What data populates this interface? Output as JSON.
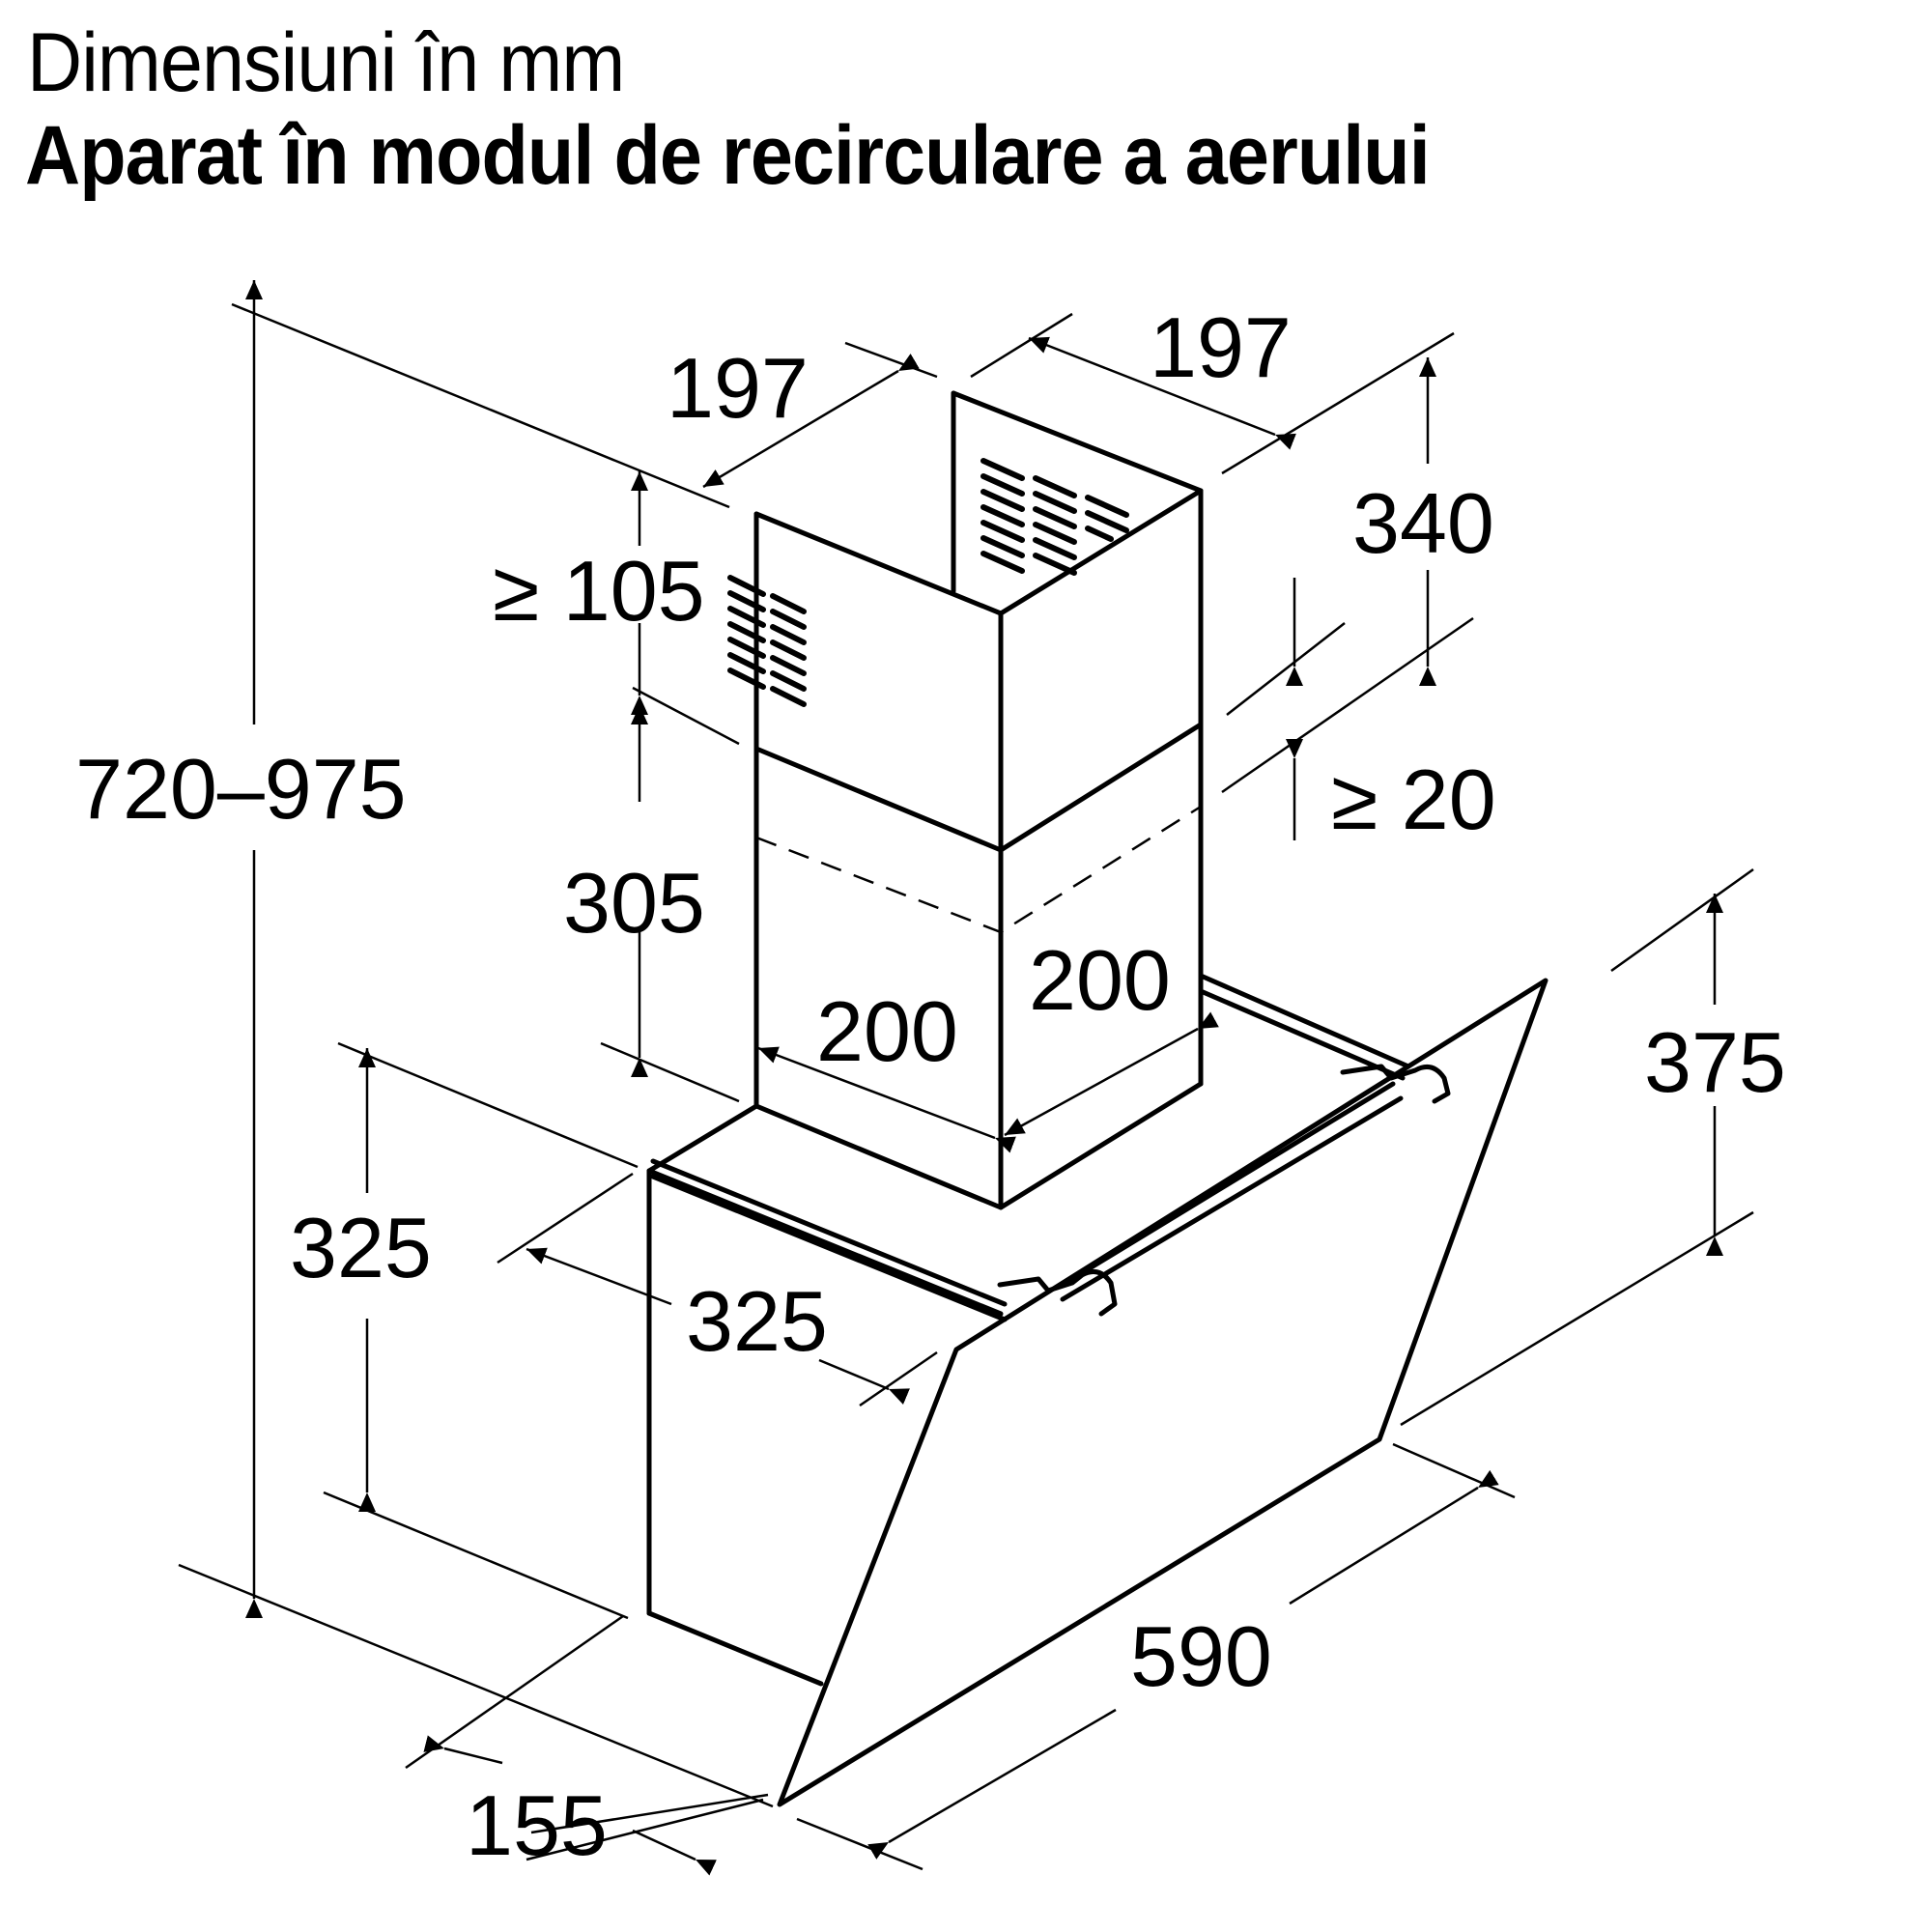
{
  "header": {
    "title": "Dimensiuni în mm",
    "subtitle": "Aparat în modul de recirculare a aerului"
  },
  "dimensions": {
    "chimney_top_depth": "197",
    "chimney_top_width": "197",
    "chimney_top_height": "340",
    "clearance_top": "≥ 105",
    "clearance_side": "≥ 20",
    "overall_height": "720–975",
    "lower_chimney_height": "305",
    "chimney_width": "200",
    "chimney_depth": "200",
    "body_height": "325",
    "body_depth": "325",
    "glass_height": "375",
    "total_width": "590",
    "bottom_depth": "155"
  },
  "units": "mm",
  "colors": {
    "line": "#000000",
    "background": "#ffffff"
  }
}
